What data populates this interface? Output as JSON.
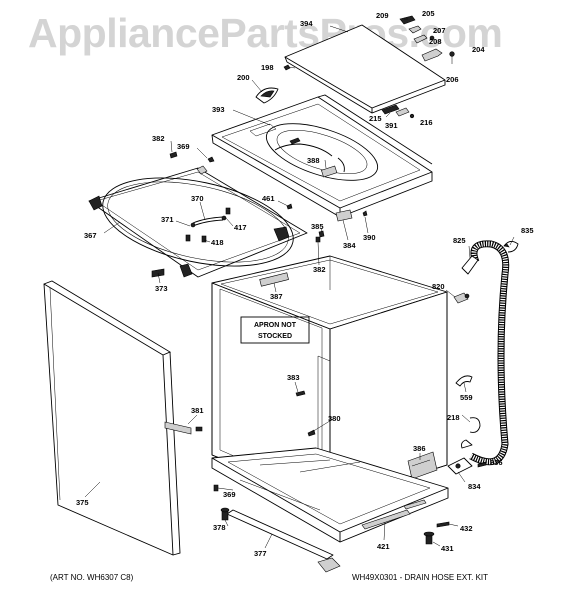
{
  "watermark": "AppliancePartsPros.com",
  "note": {
    "line1": "APRON NOT",
    "line2": "STOCKED"
  },
  "footer": {
    "art_no": "(ART NO. WH6307 C8)",
    "kit": "WH49X0301 - DRAIN HOSE EXT. KIT"
  },
  "labels": {
    "p394": "394",
    "p209": "209",
    "p205": "205",
    "p207": "207",
    "p208": "208",
    "p204": "204",
    "p206": "206",
    "p198": "198",
    "p200": "200",
    "p393": "393",
    "p215": "215",
    "p391": "391",
    "p216": "216",
    "p388": "388",
    "p382a": "382",
    "p369a": "369",
    "p370": "370",
    "p371": "371",
    "p417": "417",
    "p418": "418",
    "p367": "367",
    "p461": "461",
    "p385": "385",
    "p384": "384",
    "p390": "390",
    "p382b": "382",
    "p373": "373",
    "p387": "387",
    "p375": "375",
    "p381": "381",
    "p383": "383",
    "p380": "380",
    "p835": "835",
    "p825": "825",
    "p820": "820",
    "p559": "559",
    "p218": "218",
    "p386": "386",
    "p836": "836",
    "p834": "834",
    "p369b": "369",
    "p378": "378",
    "p377": "377",
    "p421": "421",
    "p432": "432",
    "p431": "431"
  }
}
